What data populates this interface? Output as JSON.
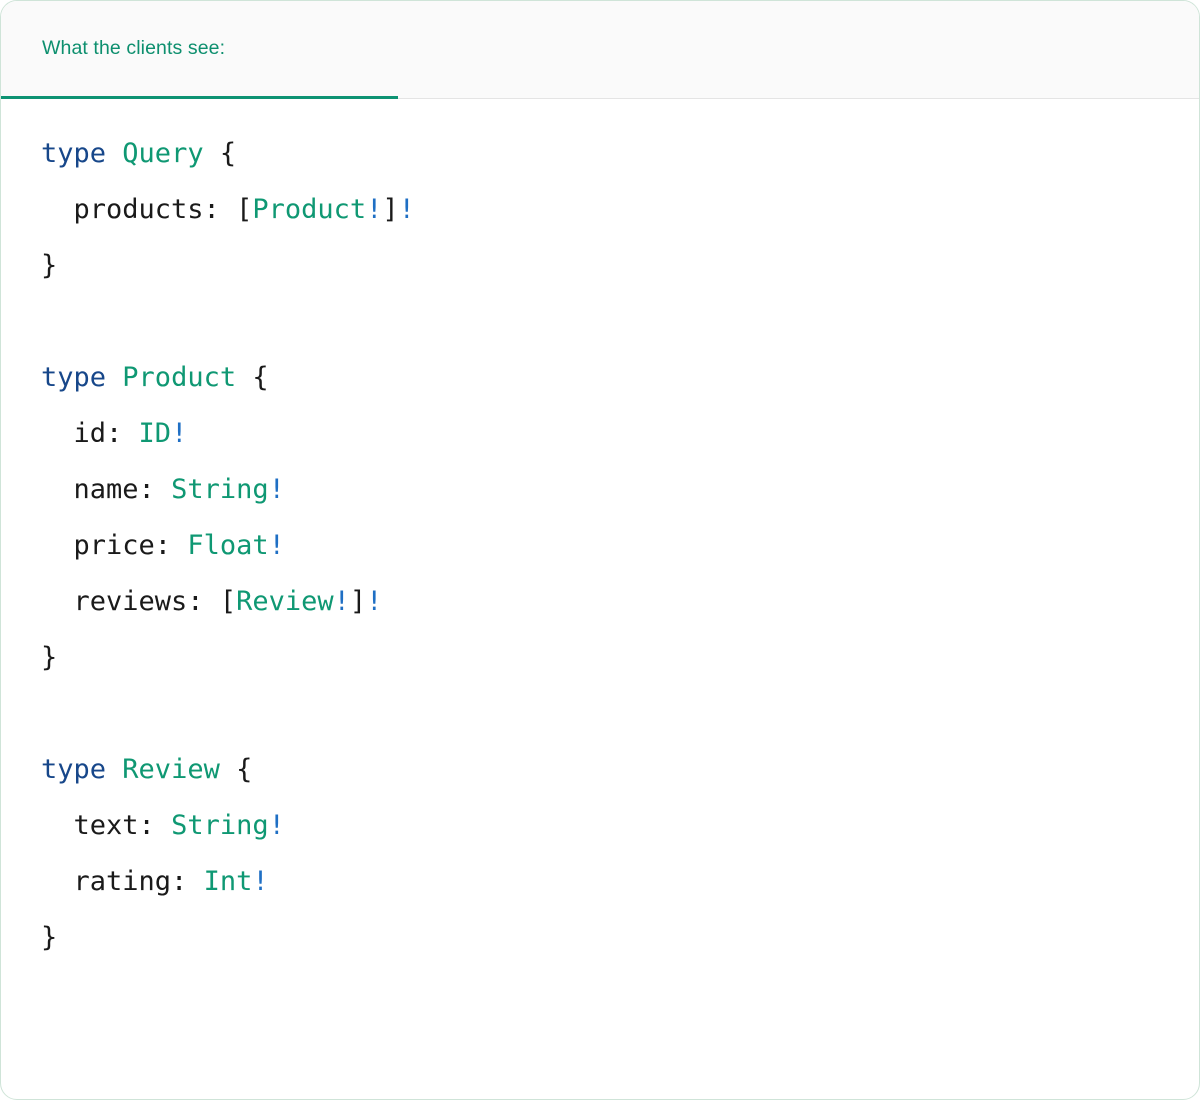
{
  "card": {
    "border_color": "#cfe4d8",
    "background": "#ffffff"
  },
  "header": {
    "background": "#fafafa",
    "tab": {
      "label": "What the clients see:",
      "active": true,
      "accent_color": "#0d9373",
      "text_color": "#0d8f6e",
      "underline_color": "#0d9373",
      "divider_color": "#e4e4e4"
    }
  },
  "syntax_colors": {
    "keyword": "#17478a",
    "type_name": "#0f9873",
    "punctuation": "#1a1a1a",
    "field": "#1a1a1a",
    "non_null": "#1f6fc4"
  },
  "code": {
    "language": "graphql",
    "lines": [
      {
        "id": "line-1",
        "tokens": [
          {
            "t": "kw",
            "v": "type"
          },
          {
            "t": "plain",
            "v": " "
          },
          {
            "t": "type",
            "v": "Query"
          },
          {
            "t": "plain",
            "v": " "
          },
          {
            "t": "punct",
            "v": "{"
          }
        ]
      },
      {
        "id": "line-2",
        "tokens": [
          {
            "t": "field",
            "v": "  products:"
          },
          {
            "t": "plain",
            "v": " "
          },
          {
            "t": "punct",
            "v": "["
          },
          {
            "t": "type",
            "v": "Product"
          },
          {
            "t": "bang",
            "v": "!"
          },
          {
            "t": "punct",
            "v": "]"
          },
          {
            "t": "bang",
            "v": "!"
          }
        ]
      },
      {
        "id": "line-3",
        "tokens": [
          {
            "t": "punct",
            "v": "}"
          }
        ]
      },
      {
        "id": "line-4",
        "tokens": []
      },
      {
        "id": "line-5",
        "tokens": [
          {
            "t": "kw",
            "v": "type"
          },
          {
            "t": "plain",
            "v": " "
          },
          {
            "t": "type",
            "v": "Product"
          },
          {
            "t": "plain",
            "v": " "
          },
          {
            "t": "punct",
            "v": "{"
          }
        ]
      },
      {
        "id": "line-6",
        "tokens": [
          {
            "t": "field",
            "v": "  id:"
          },
          {
            "t": "plain",
            "v": " "
          },
          {
            "t": "type",
            "v": "ID"
          },
          {
            "t": "bang",
            "v": "!"
          }
        ]
      },
      {
        "id": "line-7",
        "tokens": [
          {
            "t": "field",
            "v": "  name:"
          },
          {
            "t": "plain",
            "v": " "
          },
          {
            "t": "type",
            "v": "String"
          },
          {
            "t": "bang",
            "v": "!"
          }
        ]
      },
      {
        "id": "line-8",
        "tokens": [
          {
            "t": "field",
            "v": "  price:"
          },
          {
            "t": "plain",
            "v": " "
          },
          {
            "t": "type",
            "v": "Float"
          },
          {
            "t": "bang",
            "v": "!"
          }
        ]
      },
      {
        "id": "line-9",
        "tokens": [
          {
            "t": "field",
            "v": "  reviews:"
          },
          {
            "t": "plain",
            "v": " "
          },
          {
            "t": "punct",
            "v": "["
          },
          {
            "t": "type",
            "v": "Review"
          },
          {
            "t": "bang",
            "v": "!"
          },
          {
            "t": "punct",
            "v": "]"
          },
          {
            "t": "bang",
            "v": "!"
          }
        ]
      },
      {
        "id": "line-10",
        "tokens": [
          {
            "t": "punct",
            "v": "}"
          }
        ]
      },
      {
        "id": "line-11",
        "tokens": []
      },
      {
        "id": "line-12",
        "tokens": [
          {
            "t": "kw",
            "v": "type"
          },
          {
            "t": "plain",
            "v": " "
          },
          {
            "t": "type",
            "v": "Review"
          },
          {
            "t": "plain",
            "v": " "
          },
          {
            "t": "punct",
            "v": "{"
          }
        ]
      },
      {
        "id": "line-13",
        "tokens": [
          {
            "t": "field",
            "v": "  text:"
          },
          {
            "t": "plain",
            "v": " "
          },
          {
            "t": "type",
            "v": "String"
          },
          {
            "t": "bang",
            "v": "!"
          }
        ]
      },
      {
        "id": "line-14",
        "tokens": [
          {
            "t": "field",
            "v": "  rating:"
          },
          {
            "t": "plain",
            "v": " "
          },
          {
            "t": "type",
            "v": "Int"
          },
          {
            "t": "bang",
            "v": "!"
          }
        ]
      },
      {
        "id": "line-15",
        "tokens": [
          {
            "t": "punct",
            "v": "}"
          }
        ]
      }
    ]
  }
}
